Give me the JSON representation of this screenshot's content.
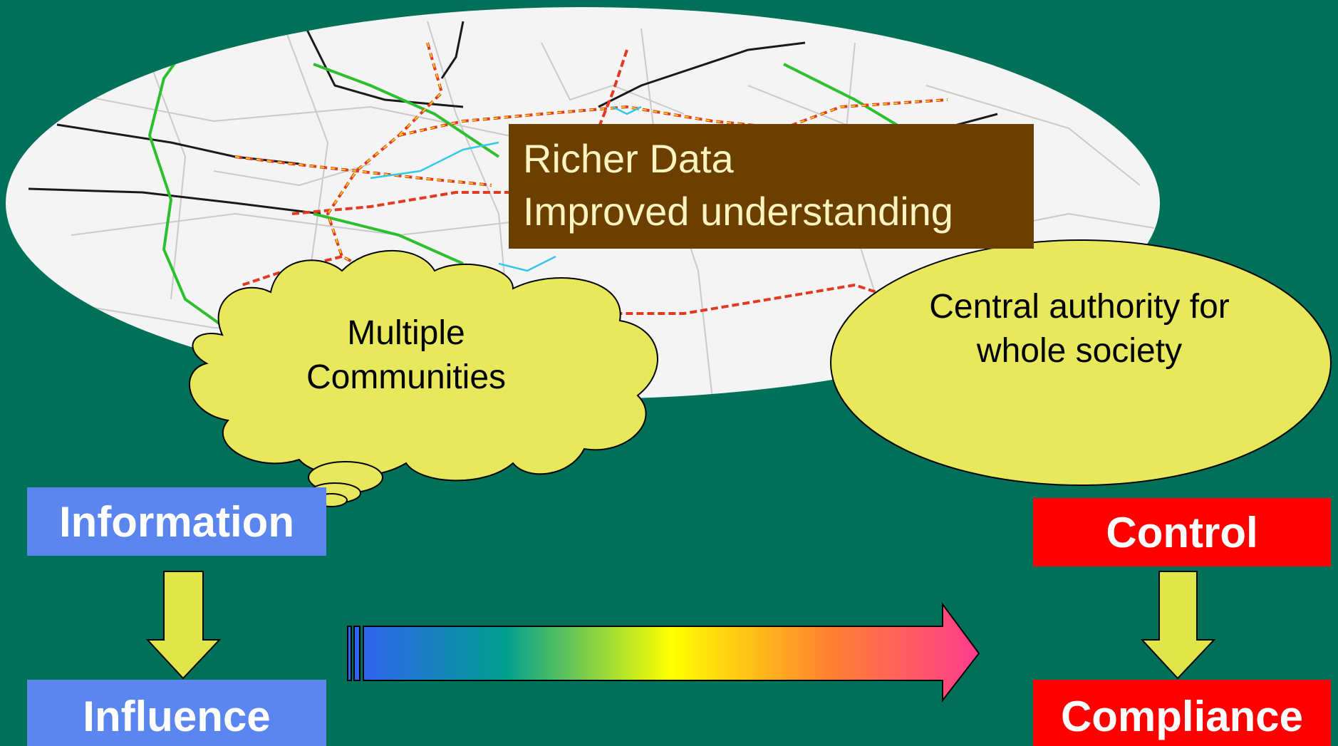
{
  "map_banner": {
    "line1": "Richer Data",
    "line2": "Improved understanding"
  },
  "thought_bubble": {
    "line1": "Multiple",
    "line2": "Communities"
  },
  "ellipse_bubble": {
    "line1": "Central authority for",
    "line2": "whole society"
  },
  "left_column": {
    "top_label": "Information",
    "bottom_label": "Influence",
    "color": "#5b86ef"
  },
  "right_column": {
    "top_label": "Control",
    "bottom_label": "Compliance",
    "color": "#ff0000"
  },
  "colors": {
    "background": "#007058",
    "bubble_fill": "#e8e85c",
    "down_arrow_fill": "#e0e64a",
    "banner_fill": "#6b3f00",
    "spectrum": [
      "#2f64ee",
      "#009f8f",
      "#ffff00",
      "#ff8030",
      "#ff3b90"
    ]
  }
}
